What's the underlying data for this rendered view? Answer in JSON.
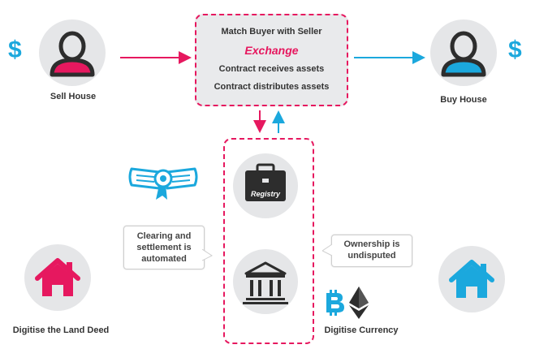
{
  "colors": {
    "pink": "#e6185f",
    "blue": "#1ba8dd",
    "gray": "#e5e6e8",
    "dark": "#2d2d2d"
  },
  "seller": {
    "symbol": "$",
    "label": "Sell House",
    "icon": "person-icon"
  },
  "buyer": {
    "symbol": "$",
    "label": "Buy House",
    "icon": "person-icon"
  },
  "exchange": {
    "line1": "Match Buyer with Seller",
    "title": "Exchange",
    "line2": "Contract receives assets",
    "line3": "Contract distributes assets"
  },
  "registry": {
    "label": "Registry",
    "icon": "briefcase-icon"
  },
  "bank": {
    "icon": "bank-icon"
  },
  "certificate": {
    "icon": "certificate-icon"
  },
  "callouts": {
    "left": "Clearing and settlement is automated",
    "right": "Ownership is undisputed"
  },
  "land_deed": {
    "label": "Digitise the Land Deed",
    "icon": "house-icon"
  },
  "currency": {
    "label": "Digitise Currency",
    "icons": [
      "bitcoin-icon",
      "ethereum-icon"
    ]
  }
}
